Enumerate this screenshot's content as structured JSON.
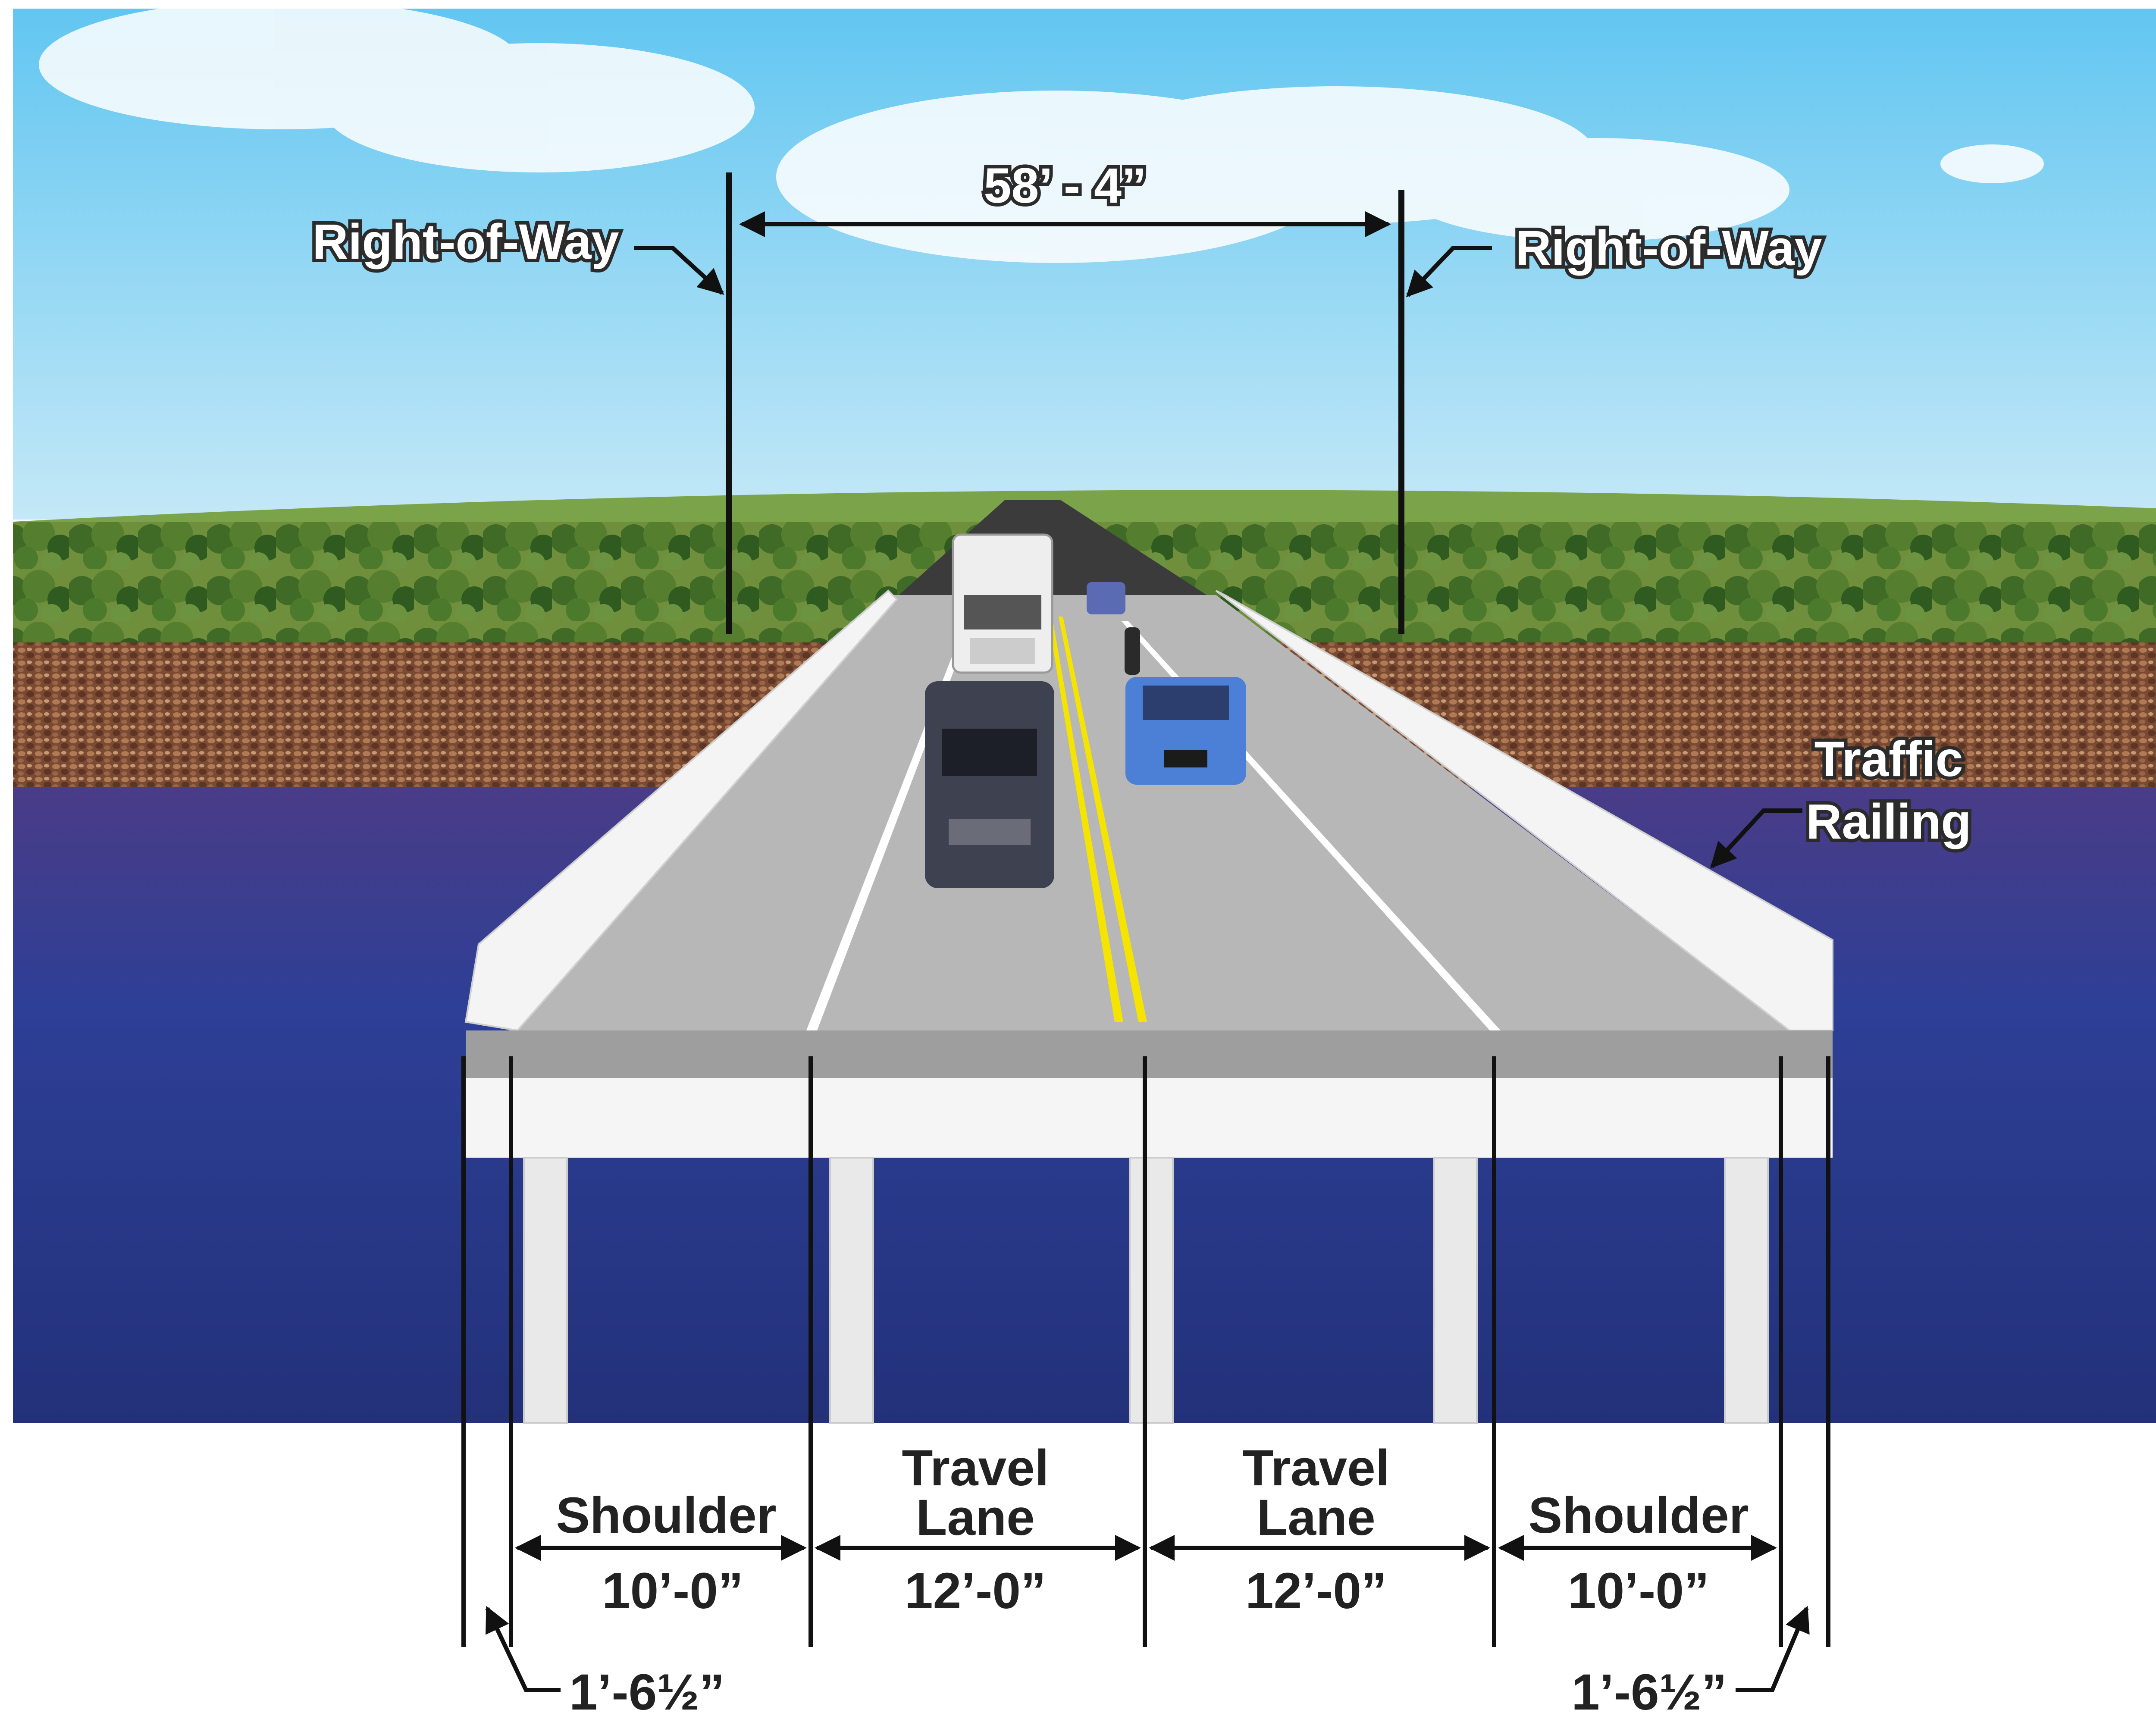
{
  "labels": {
    "right_of_way_left": "Right-of-Way",
    "right_of_way_right": "Right-of-Way",
    "total_width": "58’ - 4”",
    "traffic_railing_line1": "Traffic",
    "traffic_railing_line2": "Railing"
  },
  "sections": [
    {
      "name_line1": "Shoulder",
      "name_line2": "",
      "width": "10’-0”"
    },
    {
      "name_line1": "Travel",
      "name_line2": "Lane",
      "width": "12’-0”"
    },
    {
      "name_line1": "Travel",
      "name_line2": "Lane",
      "width": "12’-0”"
    },
    {
      "name_line1": "Shoulder",
      "name_line2": "",
      "width": "10’-0”"
    }
  ],
  "railing_width_left": "1’-6½”",
  "railing_width_right": "1’-6½”",
  "colors": {
    "sky": "#7ecdf0",
    "water": "#2c3a8e",
    "rock": "#8a5a3c",
    "trees": "#4f7a2e",
    "deck": "#bdbdbd",
    "barrier": "#f2f2f2",
    "centerline": "#f5e400"
  }
}
